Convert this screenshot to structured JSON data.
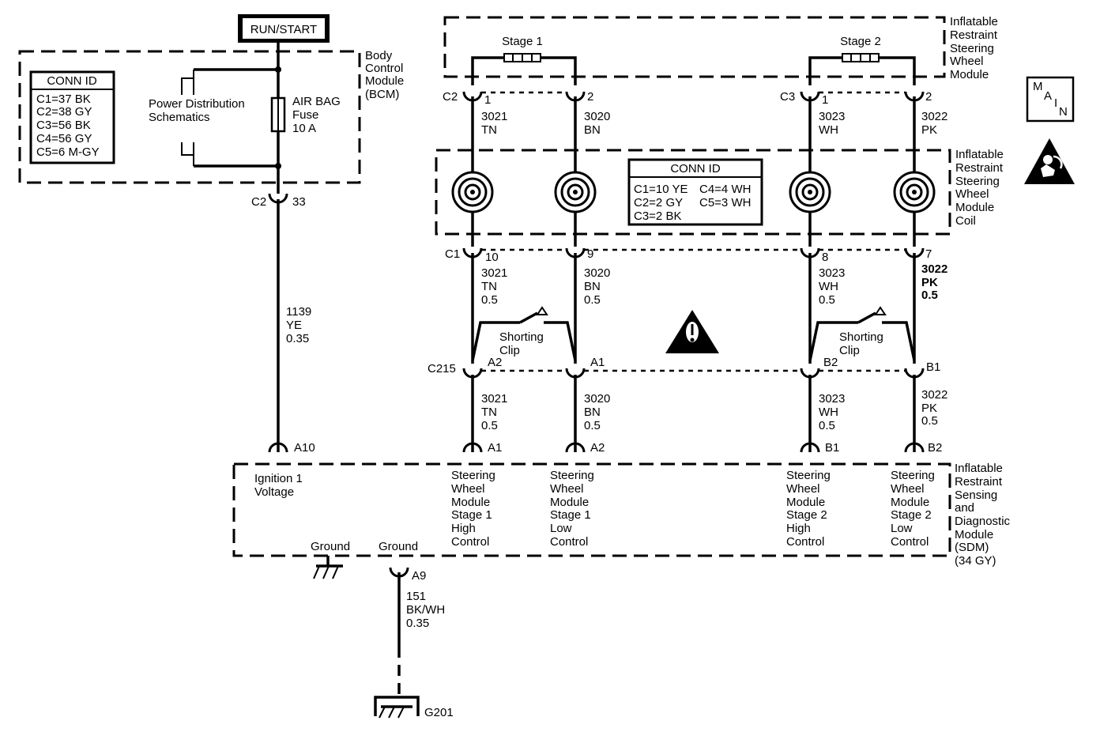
{
  "power": {
    "label": "RUN/START"
  },
  "bcm": {
    "name_lines": [
      "Body",
      "Control",
      "Module",
      "(BCM)"
    ],
    "conn_id_title": "CONN ID",
    "conn_ids": [
      "C1=37 BK",
      "C2=38 GY",
      "C3=56 BK",
      "C4=56 GY",
      "C5=6 M-GY"
    ],
    "pd_lines": [
      "Power Distribution",
      "Schematics"
    ],
    "fuse_lines": [
      "AIR BAG",
      "Fuse",
      "10 A"
    ],
    "connector": "C2",
    "pin": "33"
  },
  "ignition_wire": {
    "circuit": "1139",
    "color": "YE",
    "gauge": "0.35"
  },
  "module": {
    "name_lines": [
      "Inflatable",
      "Restraint",
      "Steering",
      "Wheel",
      "Module"
    ],
    "stage1": "Stage 1",
    "stage2": "Stage 2",
    "conn_c2": "C2",
    "conn_c3": "C3",
    "pins": [
      "1",
      "2",
      "1",
      "2"
    ]
  },
  "coil": {
    "name_lines": [
      "Inflatable",
      "Restraint",
      "Steering",
      "Wheel",
      "Module",
      "Coil"
    ],
    "conn_id_title": "CONN ID",
    "conn_ids_col1": [
      "C1=10 YE",
      "C2=2 GY",
      "C3=2 BK"
    ],
    "conn_ids_col2": [
      "C4=4 WH",
      "C5=3 WH"
    ],
    "conn_c1": "C1",
    "pins": [
      "10",
      "9",
      "8",
      "7"
    ]
  },
  "upper_wires": [
    {
      "circuit": "3021",
      "color": "TN"
    },
    {
      "circuit": "3020",
      "color": "BN"
    },
    {
      "circuit": "3023",
      "color": "WH"
    },
    {
      "circuit": "3022",
      "color": "PK"
    }
  ],
  "mid_wires": [
    {
      "circuit": "3021",
      "color": "TN",
      "gauge": "0.5"
    },
    {
      "circuit": "3020",
      "color": "BN",
      "gauge": "0.5"
    },
    {
      "circuit": "3023",
      "color": "WH",
      "gauge": "0.5"
    },
    {
      "circuit": "3022",
      "color": "PK",
      "gauge": "0.5"
    }
  ],
  "shorting_clip_lines": [
    "Shorting",
    "Clip"
  ],
  "c215": {
    "label": "C215",
    "pins": [
      "A2",
      "A1",
      "B2",
      "B1"
    ]
  },
  "lower_wires": [
    {
      "circuit": "3021",
      "color": "TN",
      "gauge": "0.5"
    },
    {
      "circuit": "3020",
      "color": "BN",
      "gauge": "0.5"
    },
    {
      "circuit": "3023",
      "color": "WH",
      "gauge": "0.5"
    },
    {
      "circuit": "3022",
      "color": "PK",
      "gauge": "0.5"
    }
  ],
  "sdm": {
    "name_lines": [
      "Inflatable",
      "Restraint",
      "Sensing",
      "and",
      "Diagnostic",
      "Module",
      "(SDM)",
      "(34 GY)"
    ],
    "pins": [
      "A10",
      "A1",
      "A2",
      "B1",
      "B2"
    ],
    "ignition_lines": [
      "Ignition 1",
      "Voltage"
    ],
    "ctrl_s1h": [
      "Steering",
      "Wheel",
      "Module",
      "Stage 1",
      "High",
      "Control"
    ],
    "ctrl_s1l": [
      "Steering",
      "Wheel",
      "Module",
      "Stage 1",
      "Low",
      "Control"
    ],
    "ctrl_s2h": [
      "Steering",
      "Wheel",
      "Module",
      "Stage 2",
      "High",
      "Control"
    ],
    "ctrl_s2l": [
      "Steering",
      "Wheel",
      "Module",
      "Stage 2",
      "Low",
      "Control"
    ],
    "ground1": "Ground",
    "ground2": "Ground",
    "ground_pin": "A9"
  },
  "ground_wire": {
    "circuit": "151",
    "color": "BK/WH",
    "gauge": "0.35"
  },
  "ground_point": "G201",
  "main_badge": [
    "M",
    "A",
    "I",
    "N"
  ]
}
